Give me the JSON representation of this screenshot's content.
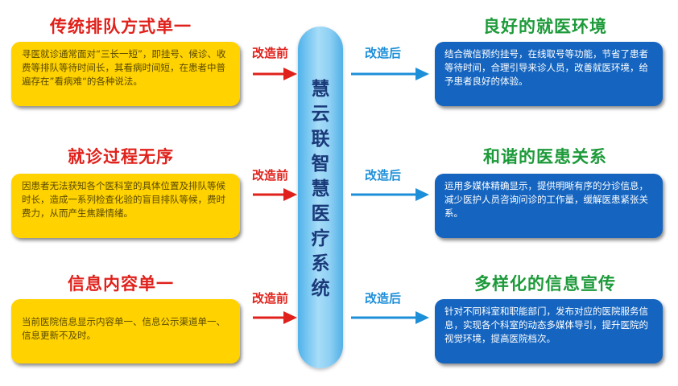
{
  "center": {
    "chars": [
      "慧",
      "云",
      "联",
      "智",
      "慧",
      "医",
      "疗",
      "系",
      "统"
    ]
  },
  "labels": {
    "before": "改造前",
    "after": "改造后"
  },
  "rows": [
    {
      "left_title": "传统排队方式单一",
      "left_text": "寻医就诊通常面对“三长一短”，即挂号、候诊、收费等排队等待时间长，其看病时间短，在患者中普遍存在”看病难“的各种说法。",
      "right_title": "良好的就医环境",
      "right_text": "结合微信预约挂号，在线取号等功能，节省了患者等待时间，合理引导来诊人员，改善就医环境，给予患者良好的体验。"
    },
    {
      "left_title": "就诊过程无序",
      "left_text": "因患者无法获知各个医科室的具体位置及排队等候时长，造成一系列检查化验的盲目排队等候，费时费力，从而产生焦躁情绪。",
      "right_title": "和谐的医患关系",
      "right_text": "运用多媒体精确显示，提供明晰有序的分诊信息，减少医护人员咨询问诊的工作量，缓解医患紧张关系。"
    },
    {
      "left_title": "信息内容单一",
      "left_text": "当前医院信息显示内容单一、信息公示渠道单一、信息更新不及时。",
      "right_title": "多样化的信息宣传",
      "right_text": "针对不同科室和职能部门，发布对应的医院服务信息，实现各个科室的动态多媒体导引，提升医院的视觉环境，提高医院档次。"
    }
  ],
  "colors": {
    "left_title": "#e0211b",
    "right_title": "#1d9a3a",
    "yellow_box": "#ffd200",
    "blue_box": "#1565c0",
    "arrow_before": "#e0211b",
    "arrow_after": "#1d8fd8"
  }
}
